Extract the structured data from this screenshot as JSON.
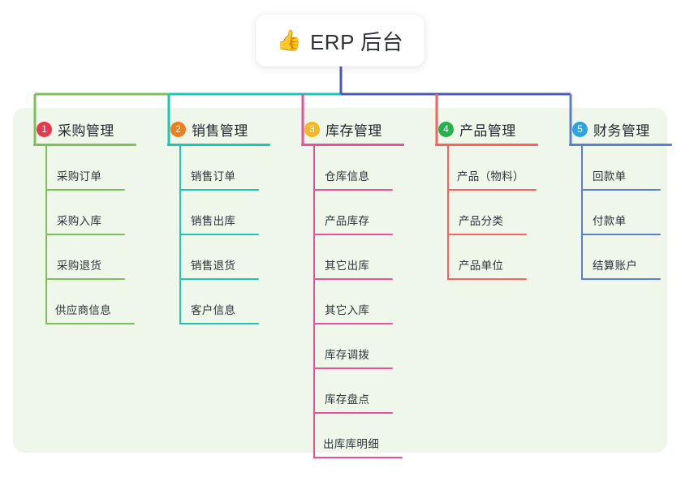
{
  "root": {
    "icon": "thumbs-up-icon",
    "emoji": "👍",
    "title": "ERP 后台"
  },
  "palette": {
    "panel_bg": "#eef7ea",
    "page_bg": "#ffffff",
    "text": "#2f333a",
    "root_stem": "#4a5bb5"
  },
  "branches": [
    {
      "index": "1",
      "title": "采购管理",
      "badge_color": "#e8384f",
      "line_color": "#7cc05a",
      "items": [
        {
          "label": "采购订单"
        },
        {
          "label": "采购入库"
        },
        {
          "label": "采购退货"
        },
        {
          "label": "供应商信息"
        }
      ]
    },
    {
      "index": "2",
      "title": "销售管理",
      "badge_color": "#f07c20",
      "line_color": "#1ec4b4",
      "items": [
        {
          "label": "销售订单"
        },
        {
          "label": "销售出库"
        },
        {
          "label": "销售退货"
        },
        {
          "label": "客户信息"
        }
      ]
    },
    {
      "index": "3",
      "title": "库存管理",
      "badge_color": "#f5b820",
      "line_color": "#e8509b",
      "items": [
        {
          "label": "仓库信息"
        },
        {
          "label": "产品库存"
        },
        {
          "label": "其它出库"
        },
        {
          "label": "其它入库"
        },
        {
          "label": "库存调拨"
        },
        {
          "label": "库存盘点"
        },
        {
          "label": "出库库明细"
        }
      ]
    },
    {
      "index": "4",
      "title": "产品管理",
      "badge_color": "#22b14c",
      "line_color": "#f4635f",
      "items": [
        {
          "label": "产品（物料）"
        },
        {
          "label": "产品分类"
        },
        {
          "label": "产品单位"
        }
      ]
    },
    {
      "index": "5",
      "title": "财务管理",
      "badge_color": "#29a6e0",
      "line_color": "#5b7fd0",
      "items": [
        {
          "label": "回款单"
        },
        {
          "label": "付款单"
        },
        {
          "label": "结算账户"
        }
      ]
    }
  ]
}
